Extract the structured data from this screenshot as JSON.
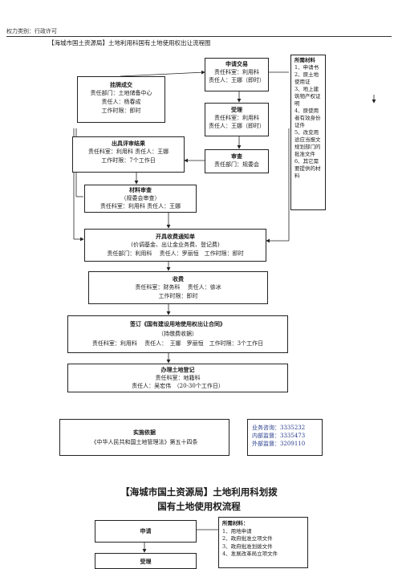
{
  "header": {
    "label": "权力类别：行政许可"
  },
  "diagram1": {
    "title": "【海城市国土资源局】土地利用科国有土地使用权出让流程图",
    "application": {
      "title": "申请交易",
      "line1": "责任科室：利用科",
      "line2": "责任人：王娜（即时）"
    },
    "acceptance": {
      "title": "受理",
      "line1": "责任科室：利用科",
      "line2": "责任人：王娜（即时）"
    },
    "review": {
      "title": "审查",
      "line1": "责任部门：规委会"
    },
    "listing": {
      "title": "挂牌成交",
      "line1": "责任部门：土地储备中心",
      "line2": "责任人：杨春成",
      "line3": "工作时限：即时"
    },
    "opinion": {
      "title": "出具评审结果",
      "line1": "责任科室：利用科 责任人：王娜",
      "line2": "工作时限：7个工作日"
    },
    "material_review": {
      "title": "材料审查",
      "line1": "（规委会审查）",
      "line2": "责任科室：利用科 责任人：王娜"
    },
    "notice": {
      "title": "开具收费通知单",
      "line1": "(价调基金、出让金业务费、登记费)",
      "line2": "责任部门：利用科　 责任人：罗丽恒　工作时限：即时"
    },
    "fee": {
      "title": "收费",
      "line1": "责任科室：财务科　 责任人：徐冰",
      "line2": "工作时限：即时"
    },
    "contract": {
      "title": "签订《国有建设用地使用权出让合同》",
      "line1": "（持缴费收据）",
      "line2": "责任科室：利用科　 责任人：　王娜　罗丽恒　工作时限：3个工作日"
    },
    "registration": {
      "title": "办理土地登记",
      "line1": "责任科室：地籍科",
      "line2": "责任人：吴宏伟　（20-30个工作日）"
    },
    "materials": {
      "title": "所需材料",
      "items": [
        "1、申请书",
        "2、原土地使用证",
        "3、地上建筑物产权证明",
        "4、原使用者有效身份证件",
        "5、改变用途应当报文规划部门的批准文件",
        "6、其它需要提供的材料"
      ]
    },
    "basis": {
      "title": "实施依据",
      "line1": "《中华人民共和国土地管理法》第五十四条"
    },
    "contacts": {
      "line1": "业务咨询：3335232",
      "line2": "内部监督：3335473",
      "line3": "外部监督：3209110"
    }
  },
  "diagram2": {
    "title_line1": "【海城市国土资源局】土地利用科划拨",
    "title_line2": "国有土地使用权流程",
    "application": {
      "title": "申请"
    },
    "acceptance": {
      "title": "受理"
    },
    "materials": {
      "title": "所需材料：",
      "items": [
        "1、用地申请",
        "2、政府批准立项文件",
        "3、政府批准划拨文件",
        "4、发展改革局立项文件"
      ]
    }
  }
}
